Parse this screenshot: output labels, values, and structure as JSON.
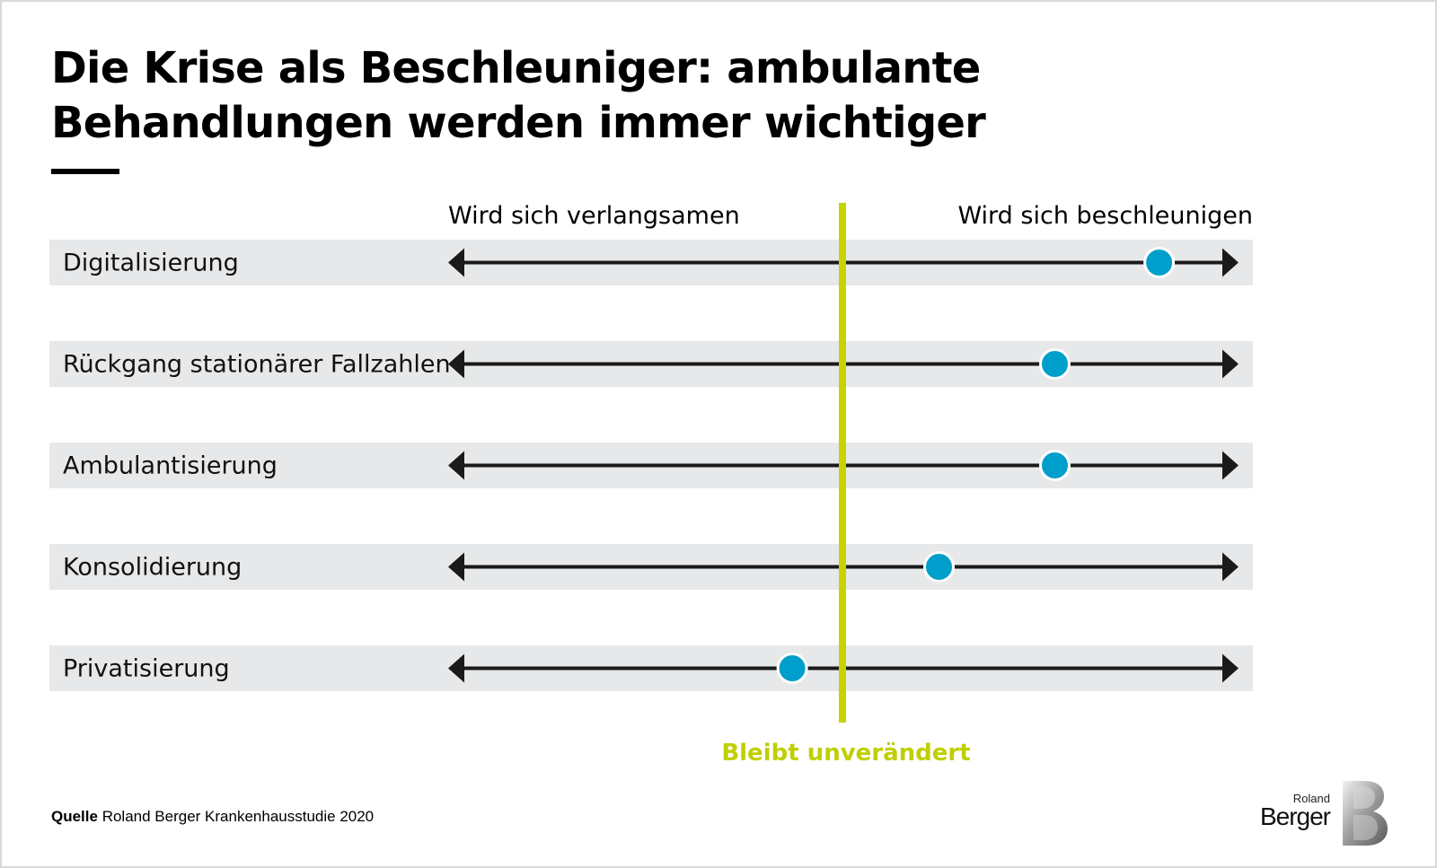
{
  "title": "Die Krise als Beschleuniger: ambulante Behandlungen werden immer wichtiger",
  "source": {
    "label": "Quelle",
    "text": "Roland Berger Krankenhausstudie 2020"
  },
  "logo": {
    "line1": "Roland",
    "line2": "Berger"
  },
  "colors": {
    "band": "#e7e8e9",
    "axis": "#1a1a1a",
    "marker": "#009fcb",
    "neutral_line": "#c6d400"
  },
  "chart_data": {
    "type": "scatter",
    "left_label": "Wird sich verlangsamen",
    "right_label": "Wird sich beschleunigen",
    "center_label": "Bleibt unverändert",
    "xlim": [
      -1,
      1
    ],
    "categories": [
      "Digitalisierung",
      "Rückgang stationärer Fallzahlen",
      "Ambulantisierung",
      "Konsolidierung",
      "Privatisierung"
    ],
    "values": [
      0.82,
      0.55,
      0.55,
      0.25,
      -0.13
    ]
  }
}
